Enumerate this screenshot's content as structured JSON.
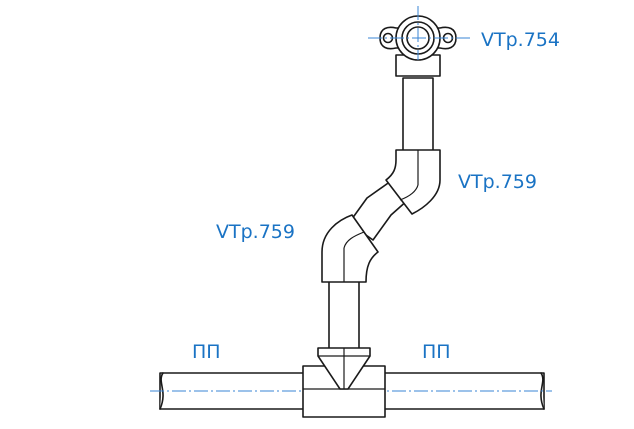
{
  "labels": {
    "wall_elbow": "VTp.754",
    "elbow_upper": "VTp.759",
    "elbow_lower": "VTp.759",
    "pipe_left": "ПП",
    "pipe_right": "ПП"
  },
  "colors": {
    "label": "#1a73c4",
    "axis": "#3a86d6",
    "outline": "#1a1a1a"
  }
}
